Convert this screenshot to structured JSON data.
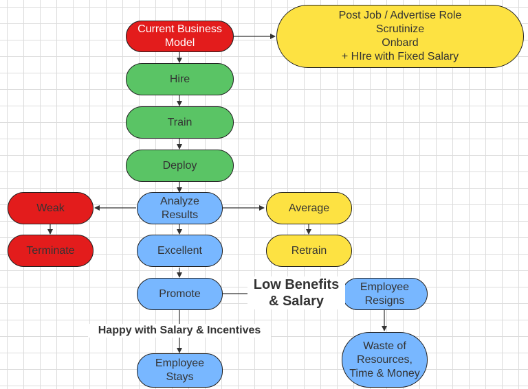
{
  "nodes": {
    "current_model": "Current Business\nModel",
    "post_job": "Post Job / Advertise Role\nScrutinize\nOnbard\n+ HIre with Fixed Salary",
    "hire": "Hire",
    "train": "Train",
    "deploy": "Deploy",
    "analyze": "Analyze\nResults",
    "weak": "Weak",
    "terminate": "Terminate",
    "average": "Average",
    "retrain": "Retrain",
    "excellent": "Excellent",
    "promote": "Promote",
    "employee_stays": "Employee\nStays",
    "employee_resigns": "Employee\nResigns",
    "waste": "Waste of\nResources,\nTime & Money"
  },
  "labels": {
    "low_benefits": "Low Benefits\n& Salary",
    "happy": "Happy with Salary & Incentives"
  },
  "colors": {
    "red": "#e31c1c",
    "green": "#5ac465",
    "yellow": "#fde242",
    "blue": "#78b7ff",
    "line": "#333333"
  }
}
